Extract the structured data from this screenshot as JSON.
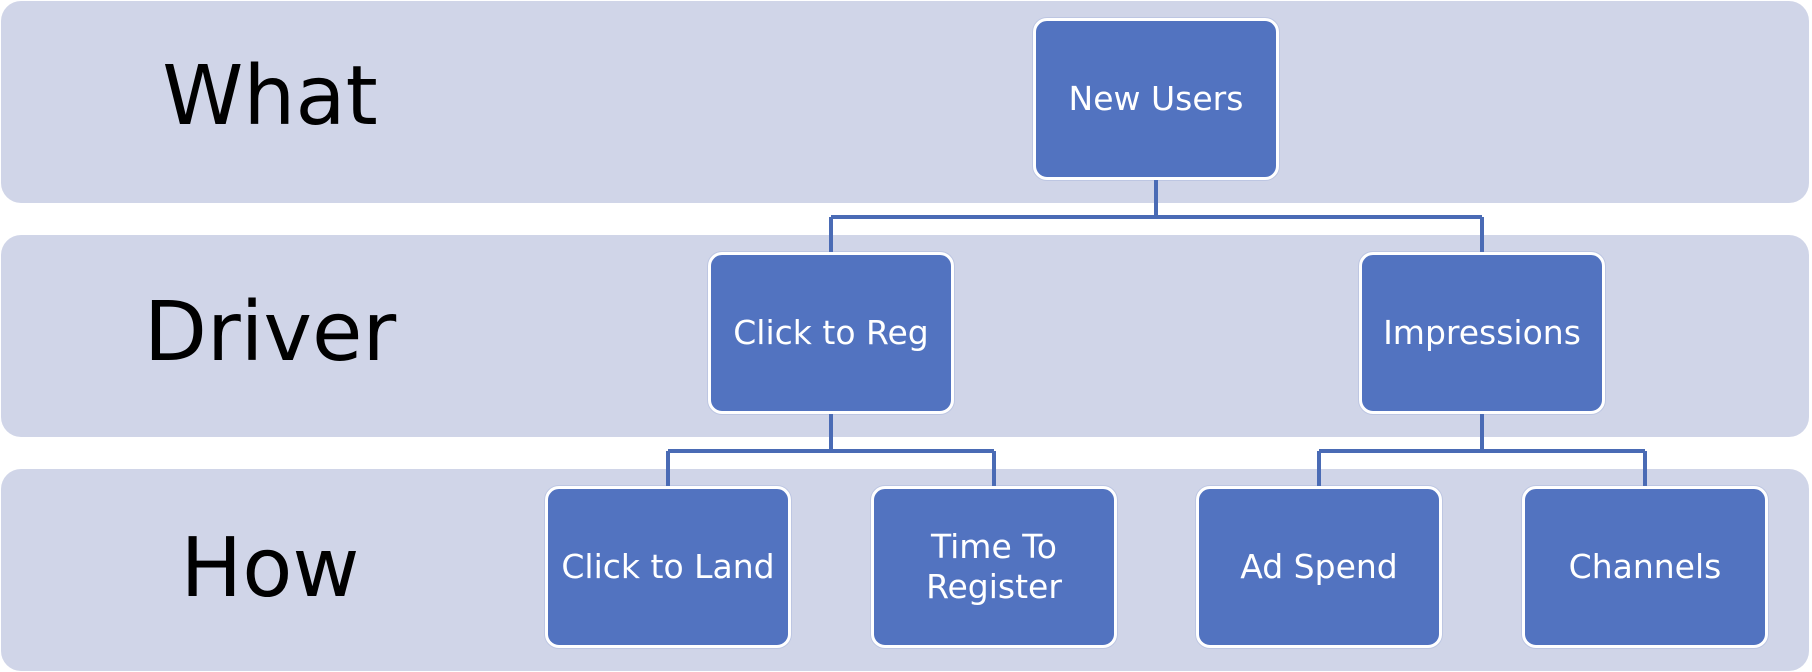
{
  "bands": {
    "what": "What",
    "driver": "Driver",
    "how": "How"
  },
  "nodes": {
    "root": "New Users",
    "driver_left": "Click to Reg",
    "driver_right": "Impressions",
    "how_1": "Click to Land",
    "how_2": "Time To Register",
    "how_3": "Ad Spend",
    "how_4": "Channels"
  },
  "colors": {
    "band_fill": "#d0d5e8",
    "node_fill": "#5273c0",
    "node_border": "#ffffff",
    "connector": "#4a6bb5",
    "label_text": "#000000",
    "node_text": "#ffffff"
  }
}
